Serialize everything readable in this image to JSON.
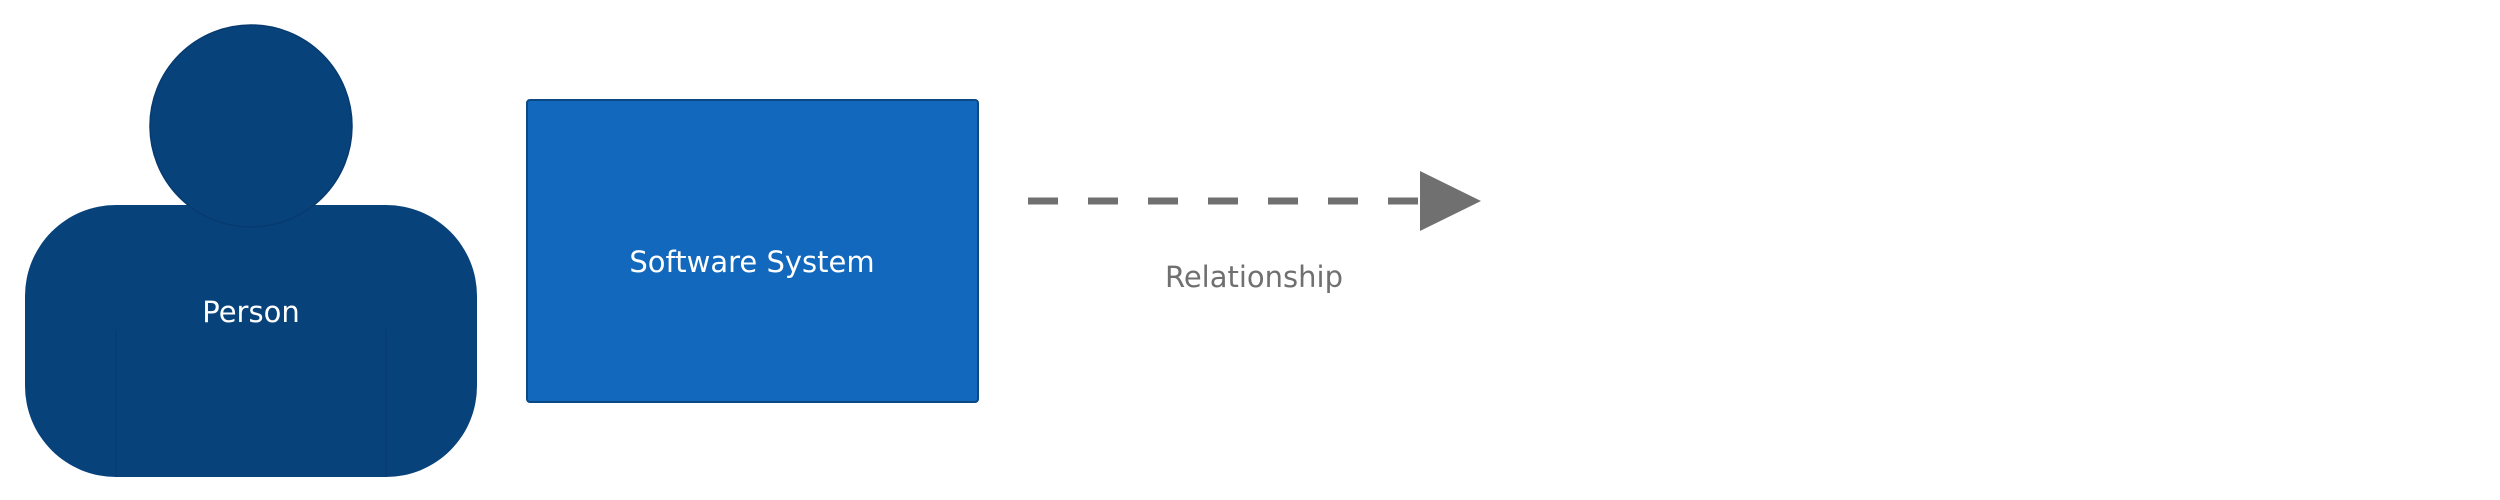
{
  "person": {
    "label": "Person",
    "fill": "#08427b",
    "stroke": "#073b6f",
    "text_color": "#ffffff"
  },
  "software_system": {
    "label": "Software System",
    "fill": "#1168bd",
    "stroke": "#0b4884",
    "text_color": "#ffffff"
  },
  "relationship": {
    "label": "Relationship",
    "line_style": "dashed",
    "color": "#707070",
    "text_color": "#707070"
  }
}
